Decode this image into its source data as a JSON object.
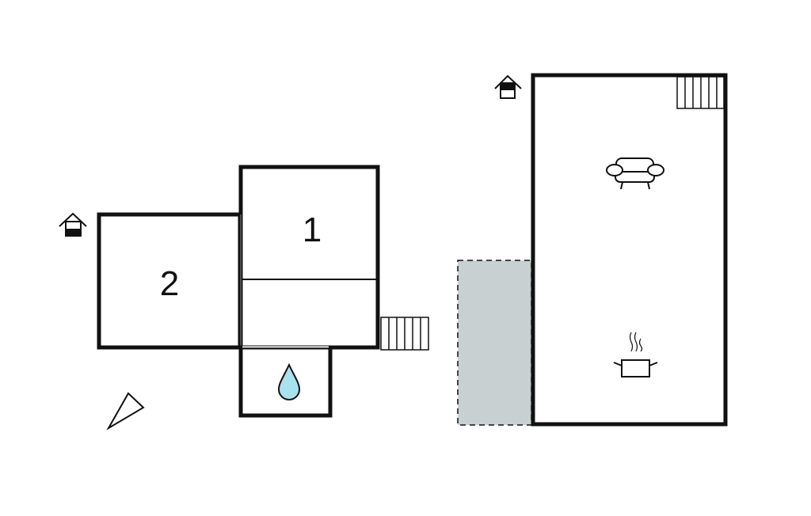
{
  "floorplan": {
    "rooms": [
      {
        "id": "room-1",
        "label": "1"
      },
      {
        "id": "room-2",
        "label": "2"
      }
    ],
    "colors": {
      "wall": "#111111",
      "terrace": "#c9d0d2",
      "water": "#a8e2ee"
    },
    "icons": [
      "house-entrance-icon",
      "stairs-icon",
      "water-drop-icon",
      "north-arrow-icon",
      "sofa-icon",
      "cooking-pot-icon"
    ]
  }
}
